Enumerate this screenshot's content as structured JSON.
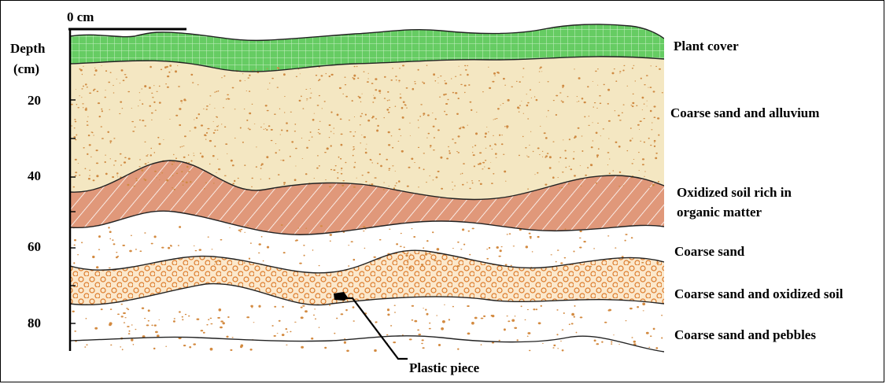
{
  "scale": {
    "zero_label": "0 cm",
    "axis_title_line1": "Depth",
    "axis_title_line2": "(cm)",
    "ticks": [
      "20",
      "40",
      "60",
      "80"
    ]
  },
  "layers": [
    {
      "id": "plant-cover",
      "label": "Plant cover",
      "color": "#6fd26a"
    },
    {
      "id": "coarse-sand-alluvium",
      "label": "Coarse sand and alluvium",
      "color": "#f4e7c2"
    },
    {
      "id": "oxidized-soil",
      "label_line1": "Oxidized soil rich in",
      "label_line2": "organic matter",
      "color": "#e29d7d"
    },
    {
      "id": "coarse-sand",
      "label": "Coarse sand",
      "color": "#ffffff"
    },
    {
      "id": "coarse-sand-oxidized",
      "label": "Coarse sand and oxidized soil",
      "color": "#fbe7c8"
    },
    {
      "id": "coarse-sand-pebbles",
      "label": "Coarse sand and pebbles",
      "color": "#ffffff"
    }
  ],
  "callout": {
    "label": "Plastic piece"
  }
}
